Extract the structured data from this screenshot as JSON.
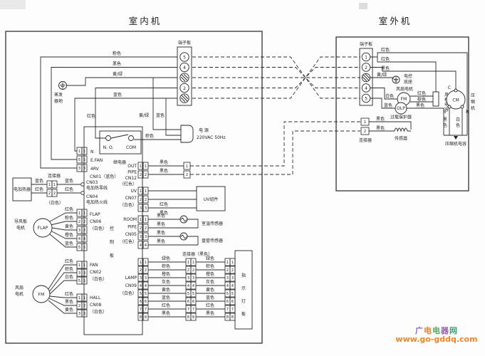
{
  "titles": {
    "indoor": "室内机",
    "outdoor": "室外机"
  },
  "indoor": {
    "terminal_board": {
      "label": "端子板",
      "pins": [
        "5",
        "4",
        "",
        "2",
        ""
      ]
    },
    "terminal_wires": {
      "pink": "粉色",
      "black": "黑色",
      "yg": "黄/绿",
      "blue": "蓝色",
      "red": "红色"
    },
    "evap_ground": [
      "蒸发",
      "器地"
    ],
    "power": {
      "label": "电 源",
      "spec": "220VAC  50Hz",
      "yg": "黄/绿",
      "blue": "蓝色",
      "brown": "棕色"
    },
    "relay": {
      "no": "N. O.",
      "com": "COM",
      "name": "继电器"
    },
    "cn01": {
      "pins": [
        "1",
        "5",
        "3"
      ],
      "rows": [
        "N",
        "E.FAN",
        "4RV"
      ],
      "name": "CN01（蓝色）"
    },
    "heater": {
      "name": "电加热器",
      "conn": "连接器",
      "conn_color": "（白色）",
      "pins": [
        "1",
        "2"
      ],
      "left_colors": [
        "蓝色",
        "红色"
      ],
      "right_colors": [
        "蓝色",
        "红色"
      ],
      "cn03": "CN03",
      "cn03_desc": "电加热零线",
      "cn04": "CN04",
      "cn04_desc": "电加热火线"
    },
    "flap": {
      "motor": [
        "导风板",
        "电机"
      ],
      "circle": "FLAP",
      "colors": [
        "红色",
        "粉色",
        "黄色",
        "橙色",
        "蓝色"
      ],
      "pins": [
        "1",
        "2",
        "3",
        "4",
        "5"
      ],
      "rows": [
        "FLAP",
        "CN06",
        "（白色）"
      ]
    },
    "board_chars": [
      "控",
      "制",
      "板"
    ],
    "fan": {
      "colors": [
        "红色",
        "棕色",
        "白色"
      ],
      "pins": [
        "1",
        "3",
        "5"
      ],
      "rows": [
        "FAN",
        "CN02",
        "（白色）"
      ]
    },
    "hall": {
      "colors": [
        "红色",
        "黑色",
        "黄色"
      ],
      "pins": [
        "1",
        "2",
        "3"
      ],
      "rows": [
        "HALL",
        "CN08",
        "（白色）"
      ]
    },
    "fm_motor": [
      "风扇",
      "电机"
    ],
    "fm_circle": "FM",
    "out_pipe": {
      "rows": [
        "OUT",
        "PIPE",
        "CN12",
        "（红色）"
      ],
      "pins": [
        "1",
        "2"
      ],
      "colors": [
        "黑色",
        "黑色"
      ],
      "link_pins": [
        "1",
        "2"
      ]
    },
    "uv": {
      "rows": [
        "UV",
        "CN07",
        "（白色）"
      ],
      "pins": [
        "1",
        "2",
        "3"
      ],
      "colors": [
        "",
        "红色",
        "黑色"
      ],
      "module": "UV组件"
    },
    "room_pipe": {
      "rows": [
        "ROOM",
        "PIPE",
        "CN05",
        "（红色）"
      ],
      "pins": [
        "1",
        "2",
        "3",
        "4"
      ],
      "colors": [
        "黑色",
        "黑色",
        "黑色",
        "黑色"
      ],
      "sensor1": "室温传感器",
      "sensor2": "盘管传感器"
    },
    "lamp": {
      "rows": [
        "LAMP",
        "CN09",
        "（白色）"
      ],
      "pins": [
        "1",
        "2",
        "3",
        "4",
        "5",
        "6",
        "7",
        "8"
      ],
      "colors1": [
        "绿色",
        "棕色",
        "橙色",
        "灰色",
        "黄色",
        "蓝色",
        "红色",
        "黑色"
      ],
      "mid_pins": [
        "1",
        "2",
        "3",
        "4",
        "5",
        "6",
        "7",
        "8"
      ],
      "colors2": [
        "绿色",
        "棕色",
        "橙色",
        "灰色",
        "黄色",
        "蓝色",
        "红色",
        "黑色"
      ],
      "right_pins": [
        "1",
        "2",
        "3",
        "4",
        "5",
        "6",
        "7",
        "8"
      ],
      "conn_label": "连接器（黑色）",
      "board_chars": [
        "指",
        "示",
        "灯",
        "板"
      ]
    }
  },
  "outdoor": {
    "terminal_board": {
      "label": "端子板",
      "pins": [
        "1",
        "2",
        "",
        "4",
        "5"
      ]
    },
    "wires": {
      "red1": "红色",
      "red2": "红色",
      "black": "黑色",
      "yg": "黄/绿",
      "white": "白色",
      "blue": "蓝色"
    },
    "chassis": [
      "电控",
      "底座"
    ],
    "fan_motor": {
      "label": "风扇电机",
      "circle": "FM",
      "red": "红色",
      "brown": "棕色",
      "cap_chars": [
        "风",
        "机",
        "电",
        "容"
      ]
    },
    "olp": {
      "circle": "OLP",
      "label": "过载保护器",
      "black": "黑色"
    },
    "compressor": {
      "circle": "CM",
      "c": "C",
      "s": "S",
      "r": "R",
      "label_chars": [
        "压",
        "缩",
        "机"
      ],
      "black_chars": [
        "黑",
        "色"
      ],
      "white_chars": [
        "白",
        "色"
      ],
      "cap": "压缩机电容"
    },
    "connector": {
      "pins": [
        "1",
        "2"
      ],
      "label": "连接器",
      "colors": [
        "黑色",
        "黑色"
      ],
      "sensor": "传感器"
    }
  },
  "watermark": {
    "site": "广电电器网",
    "site_colors": [
      "#7f6ad8",
      "#f08030",
      "#4db05a",
      "#9b59b6",
      "#3aa76d"
    ],
    "url": "www.go-gddq.com"
  }
}
